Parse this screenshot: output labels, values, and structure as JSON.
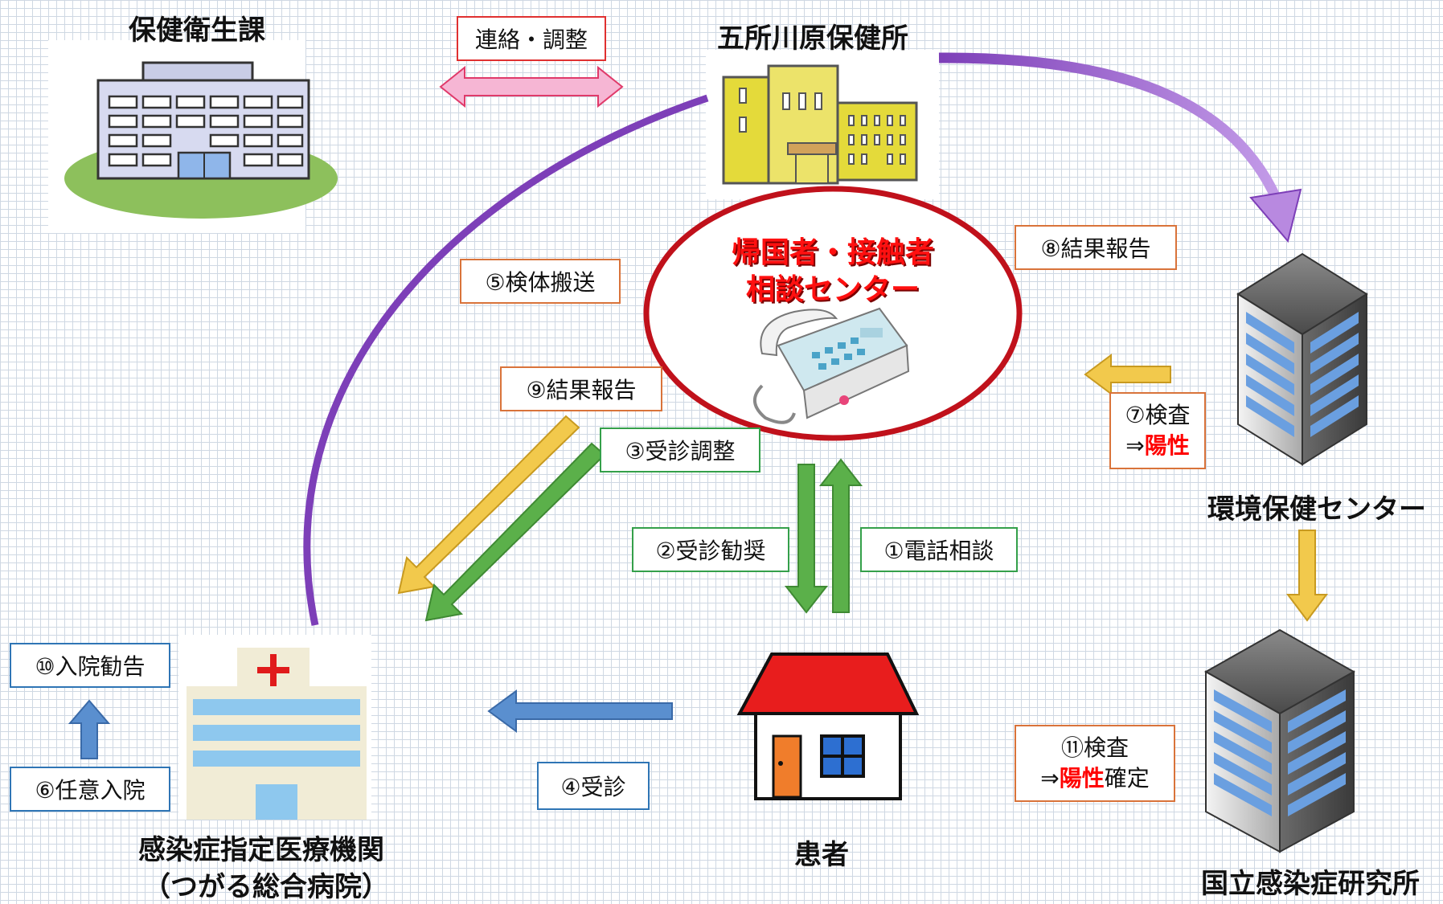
{
  "nodes": {
    "hoken_eisei": "保健衛生課",
    "hokenjo": "五所川原保健所",
    "center_title_1": "帰国者・接触者",
    "center_title_2": "相談センター",
    "kankyo": "環境保健センター",
    "kokuritsu": "国立感染症研究所",
    "hospital_1": "感染症指定医療機関",
    "hospital_2": "（つがる総合病院）",
    "patient": "患者"
  },
  "labels": {
    "renraku": "連絡・調整",
    "step1": "①電話相談",
    "step2": "②受診勧奨",
    "step3": "③受診調整",
    "step4": "④受診",
    "step5": "⑤検体搬送",
    "step6": "⑥任意入院",
    "step7_a": "⑦検査",
    "step7_b_prefix": "⇒",
    "step7_b_pos": "陽性",
    "step8": "⑧結果報告",
    "step9": "⑨結果報告",
    "step10": "⑩入院勧告",
    "step11_a": "⑪検査",
    "step11_b_prefix": "⇒",
    "step11_b_pos": "陽性",
    "step11_b_suffix": "確定"
  },
  "colors": {
    "arrow_green": "#5bb04a",
    "arrow_yellow": "#f2c94c",
    "arrow_blue": "#5a8fcf",
    "arrow_purple": "#9b59d0",
    "arrow_pink": "#f4a6c8",
    "positive_red": "#ff0000",
    "center_ellipse_border": "#c0111b"
  },
  "icons": [
    "office-building-icon",
    "health-center-building-icon",
    "telephone-icon",
    "server-building-icon",
    "hospital-icon",
    "house-icon"
  ]
}
